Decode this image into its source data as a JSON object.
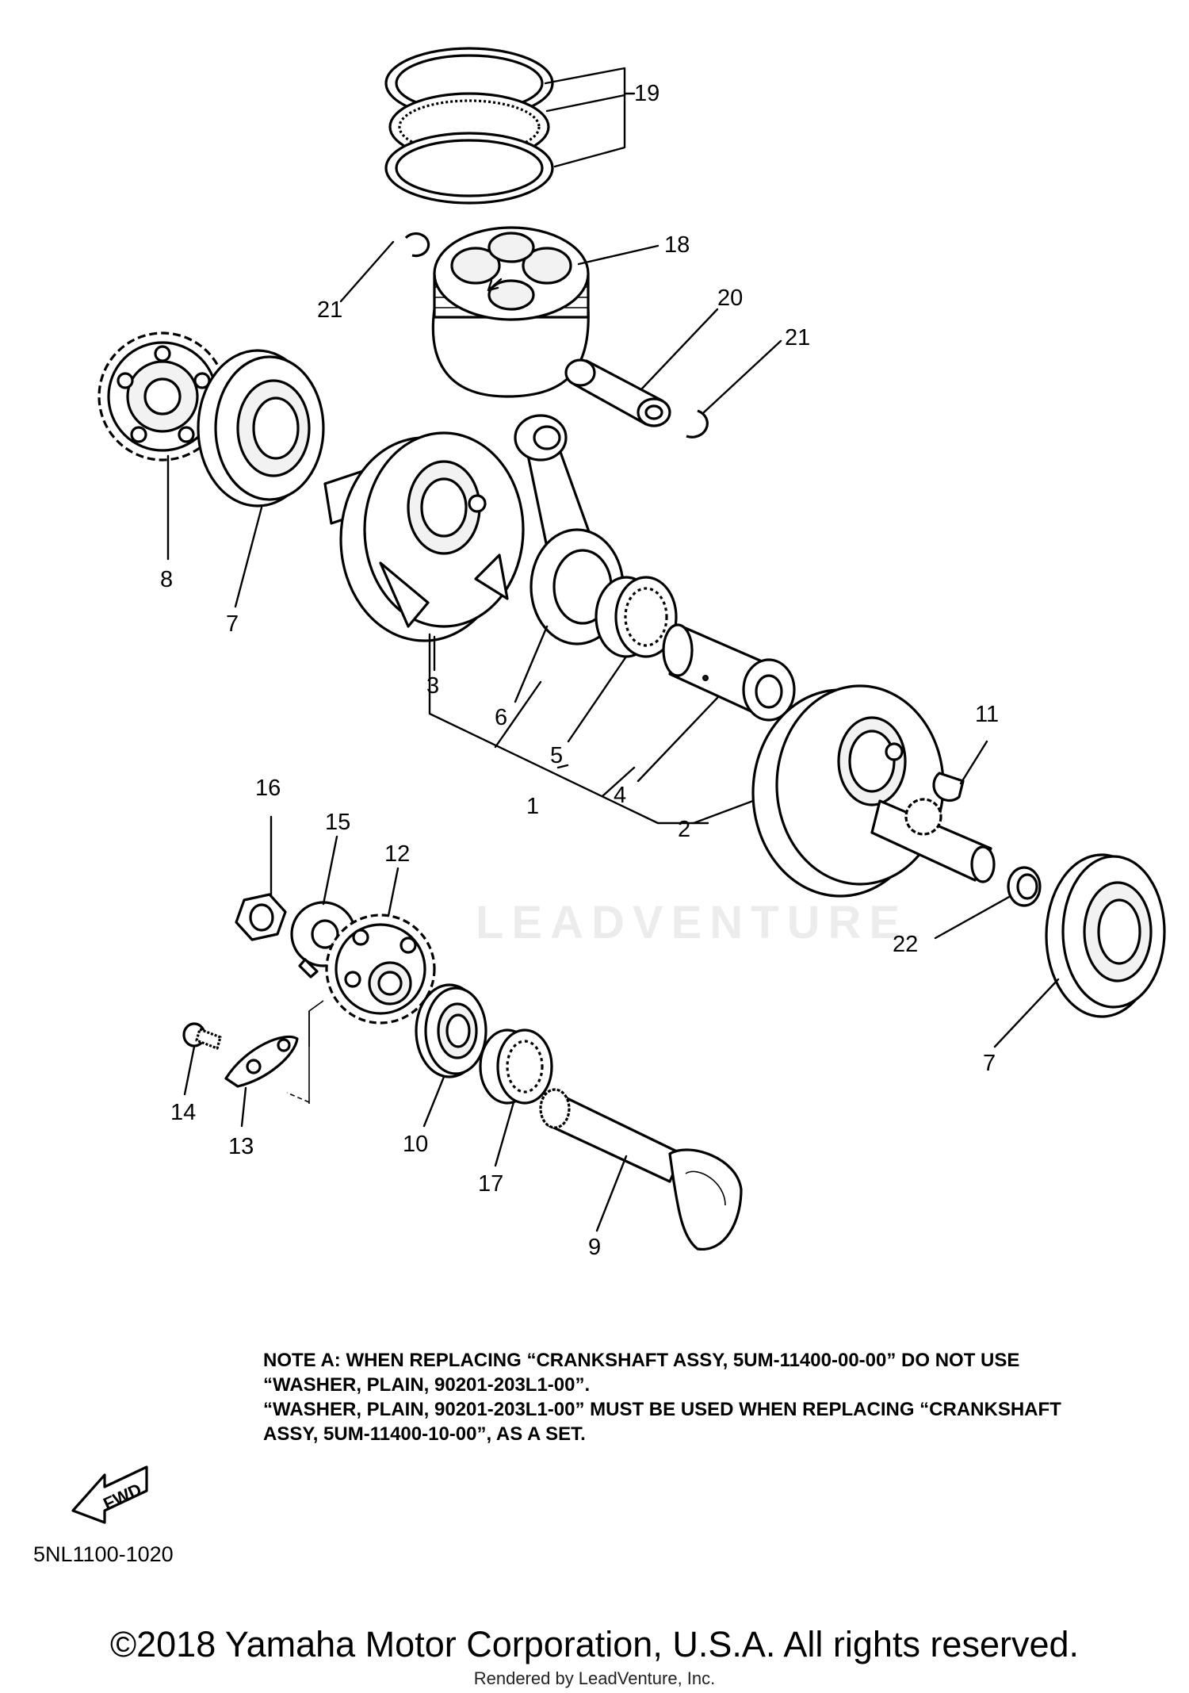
{
  "callouts": {
    "c1": "1",
    "c2": "2",
    "c3": "3",
    "c4": "4",
    "c5": "5",
    "c6": "6",
    "c7a": "7",
    "c7b": "7",
    "c8": "8",
    "c9": "9",
    "c10": "10",
    "c11": "11",
    "c12": "12",
    "c13": "13",
    "c14": "14",
    "c15": "15",
    "c16": "16",
    "c17": "17",
    "c18": "18",
    "c19": "19",
    "c20": "20",
    "c21a": "21",
    "c21b": "21",
    "c22": "22"
  },
  "note": {
    "line1": "NOTE A: WHEN REPLACING “CRANKSHAFT ASSY, 5UM-11400-00-00” DO NOT USE",
    "line2": "“WASHER, PLAIN, 90201-203L1-00”.",
    "line3": "“WASHER, PLAIN, 90201-203L1-00” MUST BE USED WHEN REPLACING “CRANKSHAFT",
    "line4": "ASSY, 5UM-11400-10-00”, AS A SET."
  },
  "fwd_label": "FWD",
  "reference_code": "5NL1100-1020",
  "watermark": "LEADVENTURE",
  "copyright": "©2018 Yamaha Motor Corporation, U.S.A. All rights reserved.",
  "rendered_by": "Rendered by LeadVenture, Inc."
}
